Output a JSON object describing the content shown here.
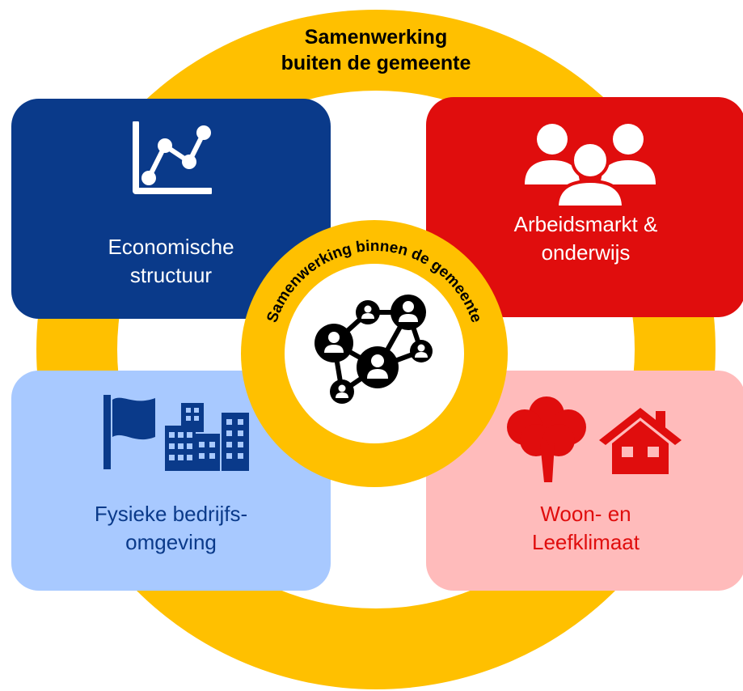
{
  "outer": {
    "title_line1": "Samenwerking",
    "title_line2": "buiten de gemeente"
  },
  "center": {
    "arc_text": "Samenwerking binnen de gemeente",
    "icon": "people-network-icon"
  },
  "quadrants": {
    "econ": {
      "line1": "Economische",
      "line2": "structuur",
      "icon": "line-chart-icon"
    },
    "arbeid": {
      "line1": "Arbeidsmarkt &",
      "line2": "onderwijs",
      "icon": "group-people-icon"
    },
    "fysiek": {
      "line1": "Fysieke bedrijfs-",
      "line2": "omgeving",
      "icons": [
        "flag-icon",
        "city-buildings-icon"
      ]
    },
    "woon": {
      "line1": "Woon- en",
      "line2": "Leefklimaat",
      "icons": [
        "tree-icon",
        "house-icon"
      ]
    }
  },
  "colors": {
    "ring": "#ffc000",
    "econ": "#0a3a8a",
    "arbeid": "#e00d0d",
    "fysiek": "#a8c9ff",
    "woon": "#ffbbbb"
  }
}
